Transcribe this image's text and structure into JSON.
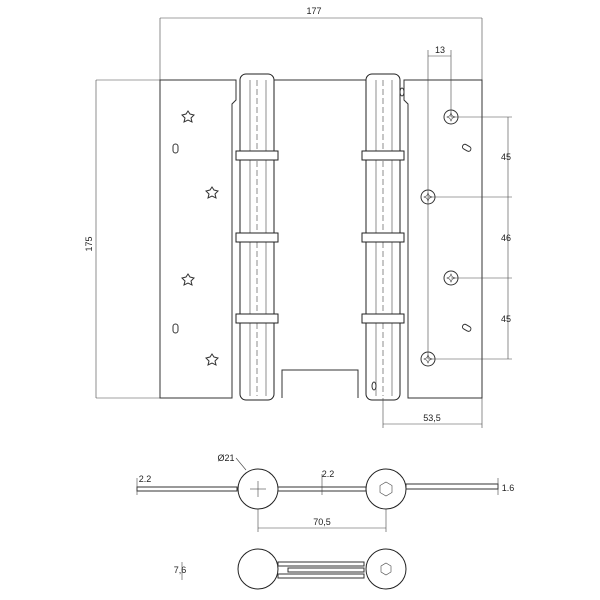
{
  "figure": {
    "dimensions": {
      "overall_width": "177",
      "height": "175",
      "hole_offset_top": "13",
      "hole_spacing_1": "45",
      "hole_spacing_2": "46",
      "hole_spacing_3": "45",
      "leaf_width": "53,5",
      "knuckle_diameter": "Ø21",
      "plate_thickness_left": "2.2",
      "plate_thickness_center": "2.2",
      "plate_thickness_right": "1.6",
      "axis_distance": "70,5",
      "folded_thickness": "7,6"
    }
  }
}
